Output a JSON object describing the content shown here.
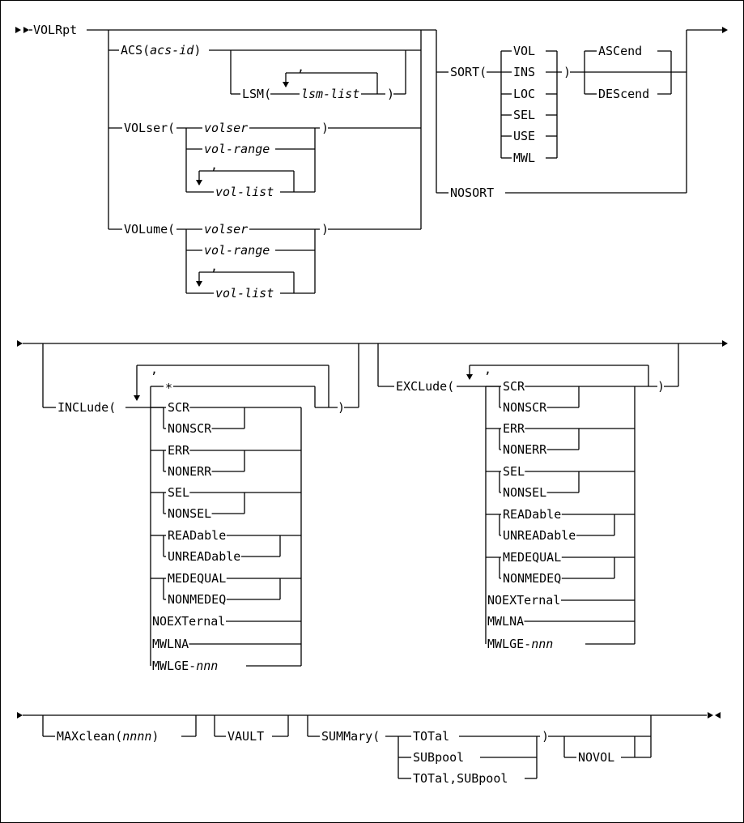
{
  "diagram": {
    "row1": {
      "command": "VOLRpt",
      "acs": {
        "keyword": "ACS(",
        "param": "acs-id",
        "close": ")"
      },
      "lsm": {
        "keyword": "LSM(",
        "param": "lsm-list",
        "close": ")",
        "separator": ","
      },
      "volser_kw": "VOLser(",
      "volume_kw": "VOLume(",
      "vol_params": {
        "volser": "volser",
        "range": "vol-range",
        "list": "vol-list",
        "separator": ",",
        "close": ")"
      },
      "sort": {
        "keyword": "SORT(",
        "fields": [
          "VOL",
          "INS",
          "LOC",
          "SEL",
          "USE",
          "MWL"
        ],
        "close": ")",
        "orders": [
          "ASCend",
          "DEScend"
        ]
      },
      "nosort": "NOSORT"
    },
    "row2": {
      "include": {
        "keyword": "INCLude(",
        "separator": ",",
        "star": "*",
        "close": ")",
        "options": [
          [
            "SCR",
            "NONSCR"
          ],
          [
            "ERR",
            "NONERR"
          ],
          [
            "SEL",
            "NONSEL"
          ],
          [
            "READable",
            "UNREADable"
          ],
          [
            "MEDEQUAL",
            "NONMEDEQ"
          ]
        ],
        "singles": [
          "NOEXTernal",
          "MWLNA"
        ],
        "mwlge": {
          "keyword": "MWLGE-",
          "param": "nnn"
        }
      },
      "exclude": {
        "keyword": "EXCLude(",
        "separator": ",",
        "close": ")",
        "options": [
          [
            "SCR",
            "NONSCR"
          ],
          [
            "ERR",
            "NONERR"
          ],
          [
            "SEL",
            "NONSEL"
          ],
          [
            "READable",
            "UNREADable"
          ],
          [
            "MEDEQUAL",
            "NONMEDEQ"
          ]
        ],
        "singles": [
          "NOEXTernal",
          "MWLNA"
        ],
        "mwlge": {
          "keyword": "MWLGE-",
          "param": "nnn"
        }
      }
    },
    "row3": {
      "maxclean": {
        "keyword": "MAXclean(",
        "param": "nnnn",
        "close": ")"
      },
      "vault": "VAULT",
      "summary": {
        "keyword": "SUMMary(",
        "options": [
          "TOTal",
          "SUBpool",
          "TOTal,SUBpool"
        ],
        "close": ")"
      },
      "novol": "NOVOL"
    }
  }
}
